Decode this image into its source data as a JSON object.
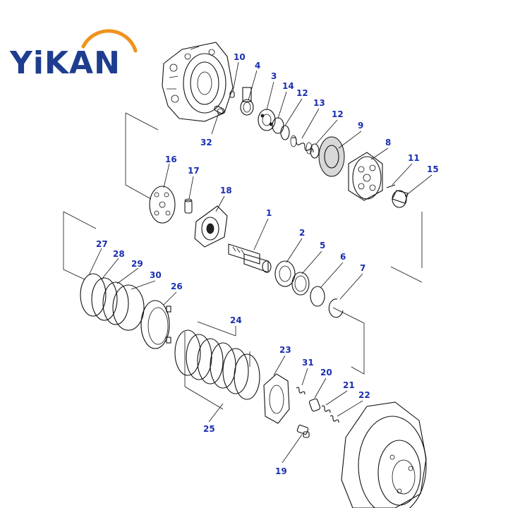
{
  "brand": {
    "name": "YiKAN",
    "color": "#1f3d8f",
    "arc_color": "#f0931e"
  },
  "callout_color": "#1a2fb0",
  "callouts": [
    {
      "id": "1"
    },
    {
      "id": "2"
    },
    {
      "id": "3"
    },
    {
      "id": "4"
    },
    {
      "id": "5"
    },
    {
      "id": "6"
    },
    {
      "id": "7"
    },
    {
      "id": "8"
    },
    {
      "id": "9"
    },
    {
      "id": "10"
    },
    {
      "id": "11"
    },
    {
      "id": "12a",
      "label": "12"
    },
    {
      "id": "12b",
      "label": "12"
    },
    {
      "id": "13"
    },
    {
      "id": "14"
    },
    {
      "id": "15"
    },
    {
      "id": "16"
    },
    {
      "id": "17"
    },
    {
      "id": "18"
    },
    {
      "id": "19"
    },
    {
      "id": "20"
    },
    {
      "id": "21"
    },
    {
      "id": "22"
    },
    {
      "id": "23"
    },
    {
      "id": "24"
    },
    {
      "id": "25"
    },
    {
      "id": "26"
    },
    {
      "id": "27"
    },
    {
      "id": "28"
    },
    {
      "id": "29"
    },
    {
      "id": "30"
    },
    {
      "id": "31"
    },
    {
      "id": "32"
    }
  ]
}
